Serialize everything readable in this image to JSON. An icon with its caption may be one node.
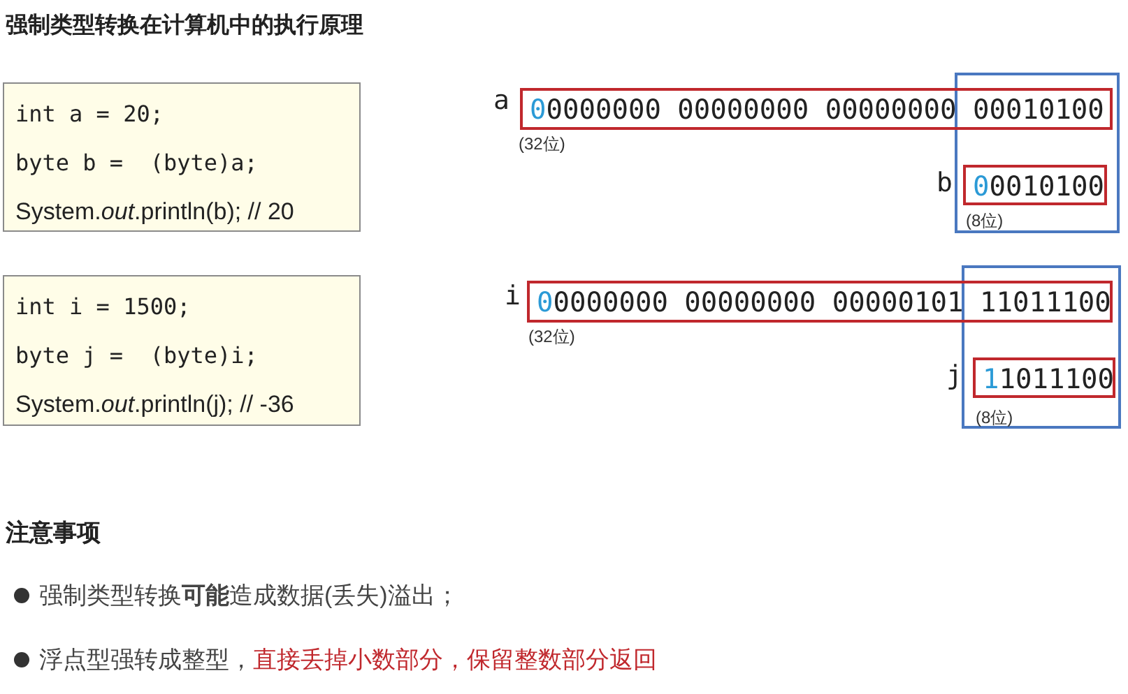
{
  "diagram": {
    "title": "强制类型转换在计算机中的执行原理",
    "nodes": [
      {
        "text": [
          "int a = 20;",
          "byte b =  (byte)a;",
          "System.*out*.println(b); // 20"
        ]
      },
      {
        "text": [],
        "shape": "box"
      },
      {
        "text": [
          "00000000 00000000 00000000 00010100"
        ],
        "beside": [
          "a",
          "(32位)"
        ]
      },
      {
        "text": [
          "00010100"
        ],
        "in": 1,
        "beside": [
          "b",
          "(8位)"
        ]
      },
      {
        "text": [
          "int i = 1500;",
          "byte j =  (byte)i;",
          "System.*out*.println(j); // -36"
        ]
      },
      {
        "text": [],
        "shape": "box"
      },
      {
        "text": [
          "00000000 00000000 00000101 11011100"
        ],
        "beside": [
          "i",
          "(32位)"
        ]
      },
      {
        "text": [
          "11011100"
        ],
        "in": 5,
        "beside": [
          "j",
          "(8位)"
        ]
      }
    ],
    "labels": [
      "注意事项",
      "强制类型转换**可能**造成数据(丢失)溢出；",
      "浮点型强转成整型，直接丢掉小数部分，保留整数部分返回"
    ]
  }
}
